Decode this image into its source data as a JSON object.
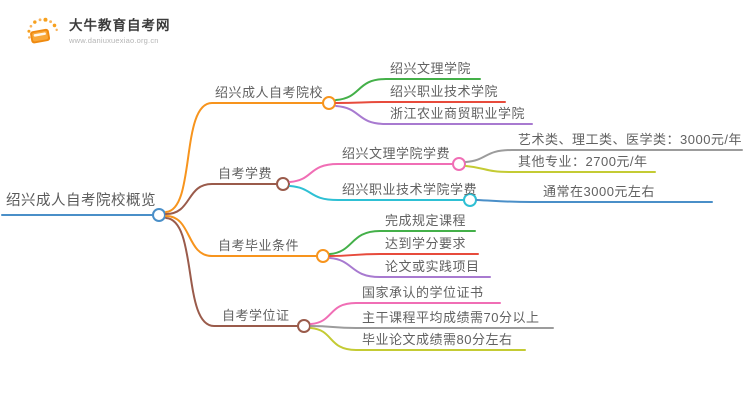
{
  "brand": {
    "name": "大牛教育自考网",
    "url": "www.daniuxuexiao.org.cn",
    "icon_color": "#f7941d"
  },
  "root": {
    "label": "绍兴成人自考院校概览",
    "color": "#4a8fc8"
  },
  "branches": [
    {
      "label": "绍兴成人自考院校",
      "color": "#f7941d",
      "children": [
        {
          "label": "绍兴文理学院",
          "color": "#44b049"
        },
        {
          "label": "绍兴职业技术学院",
          "color": "#e74b3c"
        },
        {
          "label": "浙江农业商贸职业学院",
          "color": "#a87ad0"
        }
      ]
    },
    {
      "label": "自考学费",
      "color": "#9a5b4b",
      "children": [
        {
          "label": "绍兴文理学院学费",
          "color": "#f06eb5",
          "children": [
            {
              "label": "艺术类、理工类、医学类：3000元/年",
              "color": "#9c9c9c"
            },
            {
              "label": "其他专业：2700元/年",
              "color": "#c4cb34"
            }
          ]
        },
        {
          "label": "绍兴职业技术学院学费",
          "color": "#2ec0d4",
          "children": [
            {
              "label": "通常在3000元左右",
              "color": "#4a8fc8"
            }
          ]
        }
      ]
    },
    {
      "label": "自考毕业条件",
      "color": "#f7941d",
      "children": [
        {
          "label": "完成规定课程",
          "color": "#44b049"
        },
        {
          "label": "达到学分要求",
          "color": "#e74b3c"
        },
        {
          "label": "论文或实践项目",
          "color": "#a87ad0"
        }
      ]
    },
    {
      "label": "自考学位证",
      "color": "#9a5b4b",
      "children": [
        {
          "label": "国家承认的学位证书",
          "color": "#f06eb5"
        },
        {
          "label": "主干课程平均成绩需70分以上",
          "color": "#9c9c9c"
        },
        {
          "label": "毕业论文成绩需80分左右",
          "color": "#c4cb34"
        }
      ]
    }
  ]
}
